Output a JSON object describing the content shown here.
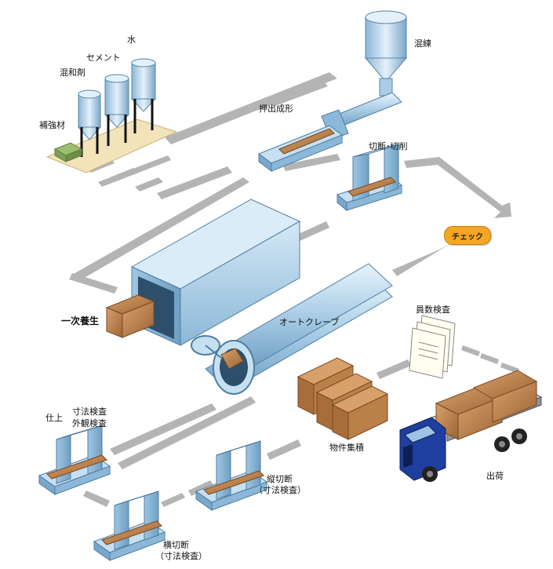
{
  "labels": {
    "kneading": "混練",
    "water": "水",
    "cement": "セメント",
    "admixture": "混和剤",
    "reinforcement": "補強材",
    "extrusion": "押出成形",
    "cutting": "切断･切削",
    "check": "チェック",
    "primary_curing": "一次養生",
    "autoclave": "オートクレーブ",
    "count_inspection": "員数検査",
    "finish": "仕上",
    "dimension_inspection": "寸法検査",
    "visual_inspection": "外観検査",
    "vertical_cut": "縦切断",
    "vertical_cut_note": "（寸法検査）",
    "horizontal_cut": "横切断",
    "horizontal_cut_note": "（寸法検査）",
    "collection": "物件集積",
    "shipping": "出荷"
  },
  "colors": {
    "arrow": "#b4b4b4",
    "machine": "#a9cde6",
    "product": "#b9814b",
    "truck_cab": "#1f3fa0",
    "check_badge": "#f5a623"
  }
}
